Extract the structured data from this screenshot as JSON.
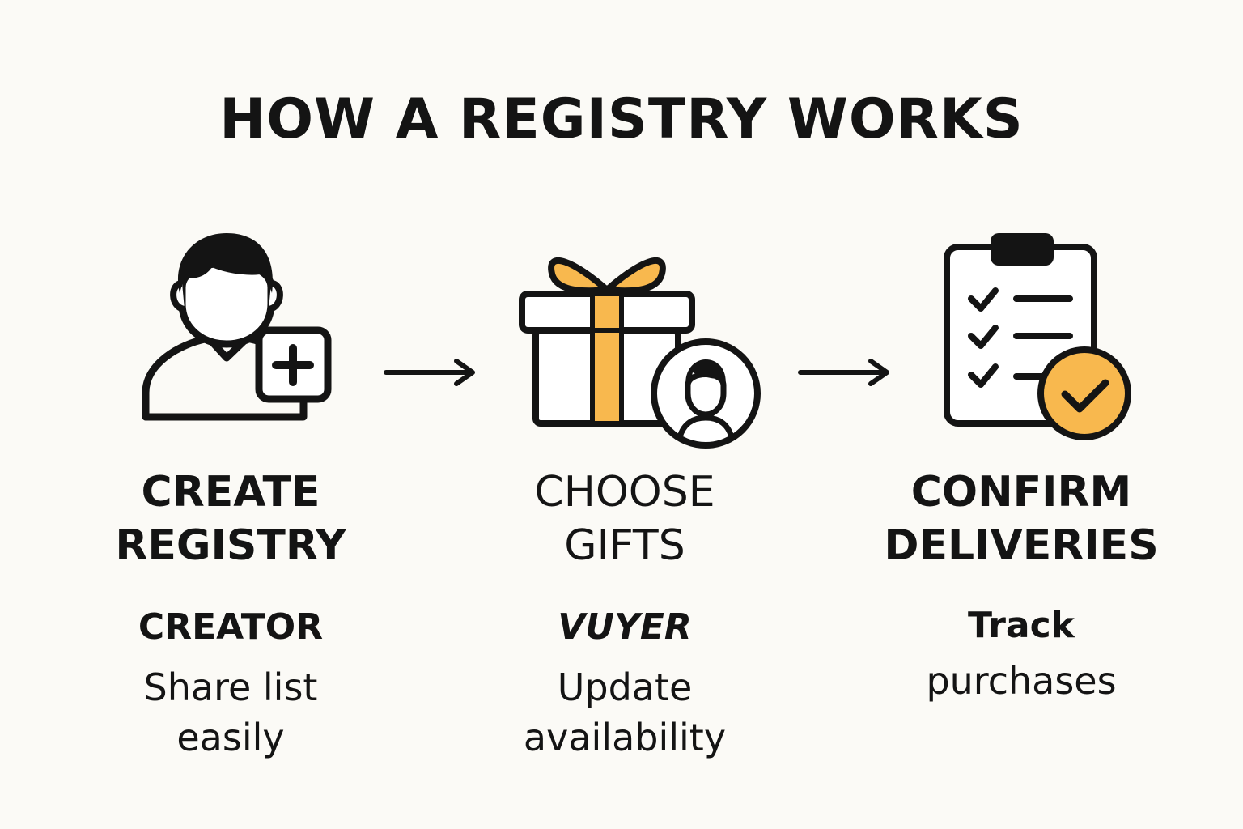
{
  "title": "HOW A REGISTRY WORKS",
  "accent_color": "#f8b84e",
  "stroke_color": "#141414",
  "steps": [
    {
      "icon": "person-add-icon",
      "title_lines": [
        "CREATE",
        "REGISTRY"
      ],
      "role": "CREATOR",
      "description_lines": [
        "Share list",
        "easily"
      ]
    },
    {
      "icon": "gift-user-icon",
      "title_lines": [
        "CHOOSE",
        "GIFTS"
      ],
      "role": "VUYER",
      "description_lines": [
        "Update",
        "availability"
      ]
    },
    {
      "icon": "clipboard-check-icon",
      "title_lines": [
        "CONFIRM",
        "DELIVERIES"
      ],
      "role": "Track",
      "description_lines": [
        "purchases"
      ]
    }
  ]
}
